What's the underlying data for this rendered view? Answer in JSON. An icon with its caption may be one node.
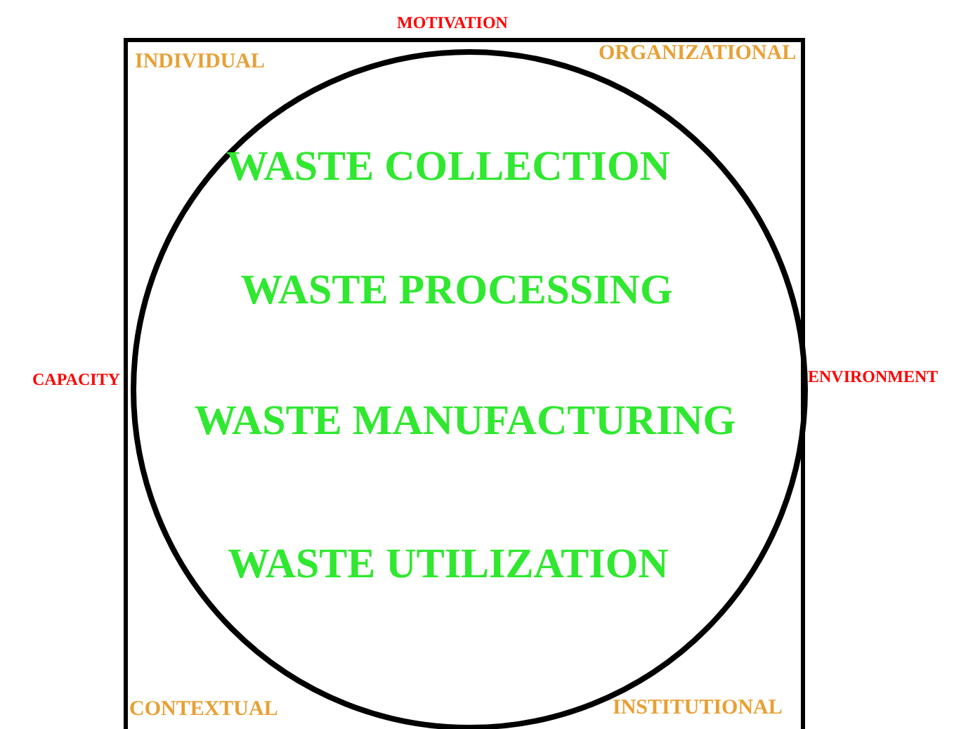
{
  "diagram": {
    "nodes": [
      {
        "text": [],
        "shape": "box"
      },
      {
        "text": [
          "WASTE COLLECTION",
          "WASTE PROCESSING",
          "WASTE MANUFACTURING",
          "WASTE UTILIZATION"
        ],
        "in": 0
      }
    ],
    "labels": [
      "MOTIVATION",
      "INDIVIDUAL",
      "ORGANIZATIONAL",
      "CAPACITY",
      "ENVIRONMENT",
      "CONTEXTUAL",
      "INSTITUTIONAL"
    ]
  }
}
